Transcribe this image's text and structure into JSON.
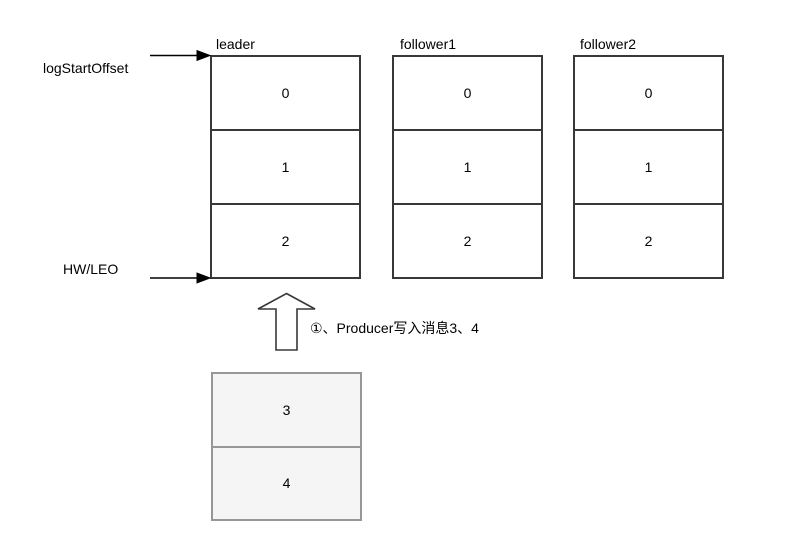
{
  "diagram": {
    "background": "#ffffff",
    "line_color": "#383838",
    "producer_fill": "#f5f5f5",
    "producer_stroke": "#979797",
    "text_color": "#000000"
  },
  "labels": {
    "log_start_offset": "logStartOffset",
    "hw_leo": "HW/LEO",
    "producer_note": "①、Producer写入消息3、4"
  },
  "partitions": [
    {
      "title": "leader",
      "cells": [
        "0",
        "1",
        "2"
      ]
    },
    {
      "title": "follower1",
      "cells": [
        "0",
        "1",
        "2"
      ]
    },
    {
      "title": "follower2",
      "cells": [
        "0",
        "1",
        "2"
      ]
    }
  ],
  "producer_messages": {
    "cells": [
      "3",
      "4"
    ]
  }
}
